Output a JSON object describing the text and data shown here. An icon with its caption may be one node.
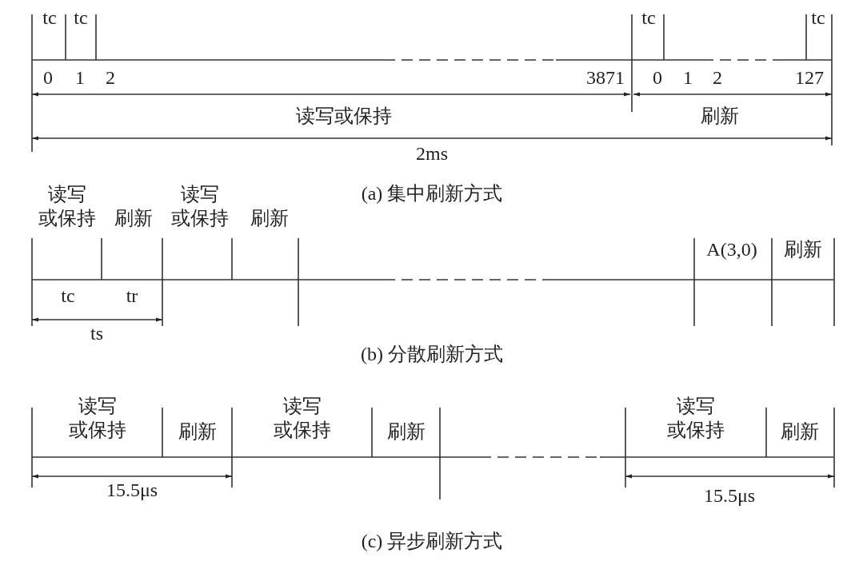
{
  "diagram": {
    "labels": [
      "tc",
      "tc",
      "tc",
      "tc",
      "0",
      "1",
      "2",
      "3871",
      "0",
      "1",
      "2",
      "127",
      "读写或保持",
      "刷新",
      "2ms",
      "(a) 集中刷新方式",
      "读写或保持",
      "刷新",
      "读写或保持",
      "刷新",
      "A(3,0)",
      "刷新",
      "tc",
      "tr",
      "ts",
      "(b) 分散刷新方式",
      "读写或保持",
      "刷新",
      "读写或保持",
      "刷新",
      "读写或保持",
      "刷新",
      "15.5μs",
      "15.5μs",
      "(c) 异步刷新方式"
    ]
  }
}
